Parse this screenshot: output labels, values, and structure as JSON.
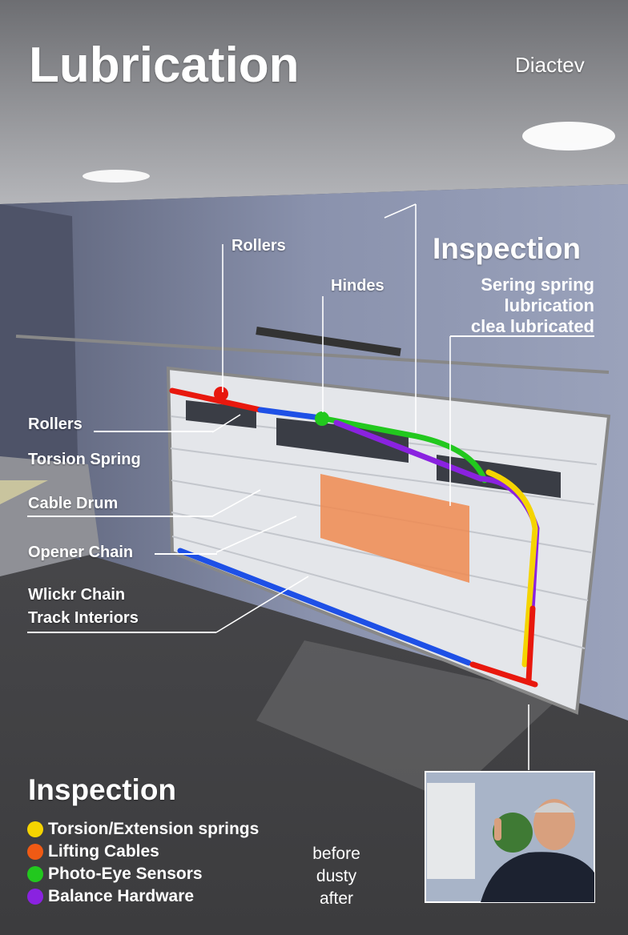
{
  "title": "Lubrication",
  "brand": "Diactev",
  "right_panel": {
    "heading": "Inspection",
    "lines": [
      "Sering spring",
      "lubrication",
      "clea lubricated"
    ]
  },
  "top_labels": {
    "rollers": "Rollers",
    "hinges": "Hindes"
  },
  "left_labels": [
    "Rollers",
    "Torsion Spring",
    "Cable Drum",
    "Opener Chain",
    "Wlickr Chain",
    "Track Interiors"
  ],
  "inspection": {
    "heading": "Inspection",
    "items": [
      {
        "label": "Torsion/Extension springs",
        "color": "#f5d400"
      },
      {
        "label": "Lifting Cables",
        "color": "#f05a14"
      },
      {
        "label": "Photo-Eye Sensors",
        "color": "#22c81e"
      },
      {
        "label": "Balance Hardware",
        "color": "#8a22e0"
      }
    ]
  },
  "compare": [
    "before",
    "dusty",
    "after"
  ]
}
